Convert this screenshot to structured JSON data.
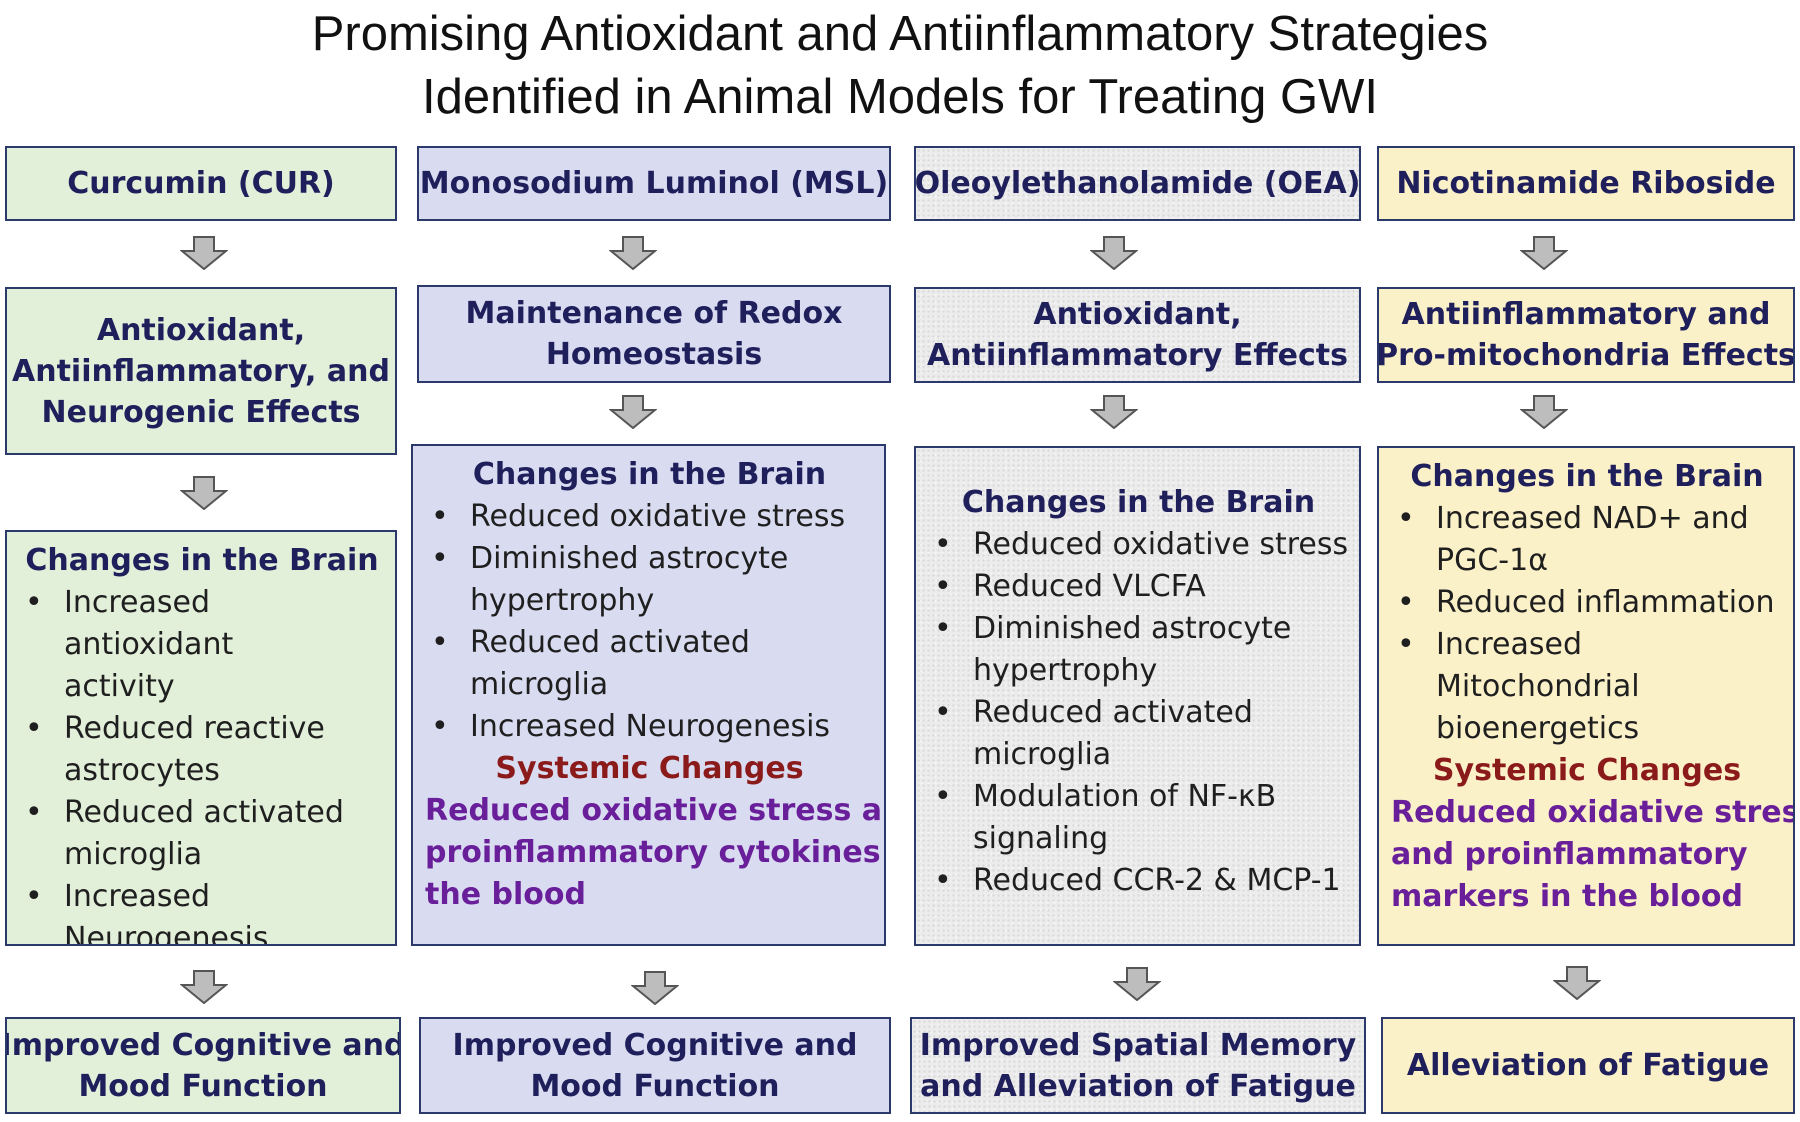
{
  "title": {
    "line1": "Promising Antioxidant and Antiinflammatory Strategies",
    "line2": "Identified in Animal Models for Treating GWI"
  },
  "colors": {
    "green_fill": "#e2efd9",
    "blue_fill": "#d9dcf1",
    "gray_fill": "#ececec",
    "yellow_fill": "#fbf1c9",
    "border": "#2b3a6a",
    "heading_text": "#1f1f5c",
    "systemic_heading": "#8b1a1a",
    "systemic_text": "#6a1f9a",
    "arrow_fill": "#bdbdbd"
  },
  "bullet": "•",
  "columns": [
    {
      "name": "Curcumin (CUR)",
      "effects": [
        "Antioxidant,",
        "Antiinflammatory, and",
        "Neurogenic Effects"
      ],
      "brain_heading": "Changes in the Brain",
      "brain_items": [
        [
          "Increased antioxidant",
          "activity"
        ],
        [
          "Reduced reactive",
          "astrocytes"
        ],
        [
          "Reduced activated",
          "microglia"
        ],
        [
          "Increased",
          "Neurogenesis"
        ]
      ],
      "outcome": [
        "Improved Cognitive and",
        "Mood Function"
      ]
    },
    {
      "name": "Monosodium Luminol (MSL)",
      "effects": [
        "Maintenance of Redox",
        "Homeostasis"
      ],
      "brain_heading": "Changes in the Brain",
      "brain_items": [
        [
          "Reduced oxidative stress"
        ],
        [
          "Diminished astrocyte",
          "hypertrophy"
        ],
        [
          "Reduced activated",
          "microglia"
        ],
        [
          "Increased Neurogenesis"
        ]
      ],
      "systemic_heading": "Systemic Changes",
      "systemic_text": [
        "Reduced oxidative stress and",
        "proinflammatory cytokines in",
        "the blood"
      ],
      "outcome": [
        "Improved Cognitive and",
        "Mood Function"
      ]
    },
    {
      "name": "Oleoylethanolamide (OEA)",
      "effects": [
        "Antioxidant,",
        "Antiinflammatory Effects"
      ],
      "brain_heading": "Changes in the Brain",
      "brain_items": [
        [
          "Reduced oxidative stress"
        ],
        [
          "Reduced VLCFA"
        ],
        [
          "Diminished astrocyte",
          "hypertrophy"
        ],
        [
          "Reduced activated",
          "microglia"
        ],
        [
          "Modulation of NF-κB",
          "signaling"
        ],
        [
          "Reduced CCR-2 & MCP-1"
        ]
      ],
      "outcome": [
        "Improved Spatial Memory",
        "and Alleviation of Fatigue"
      ]
    },
    {
      "name": "Nicotinamide Riboside",
      "effects": [
        "Antiinflammatory and",
        "Pro-mitochondria Effects"
      ],
      "brain_heading": "Changes in the Brain",
      "brain_items": [
        [
          "Increased NAD+ and",
          "PGC-1α"
        ],
        [
          "Reduced inflammation"
        ],
        [
          "Increased",
          "Mitochondrial",
          "bioenergetics"
        ]
      ],
      "systemic_heading": "Systemic Changes",
      "systemic_text": [
        "Reduced oxidative stress",
        "and proinflammatory",
        "markers in the blood"
      ],
      "outcome": [
        "Alleviation of Fatigue"
      ]
    }
  ]
}
